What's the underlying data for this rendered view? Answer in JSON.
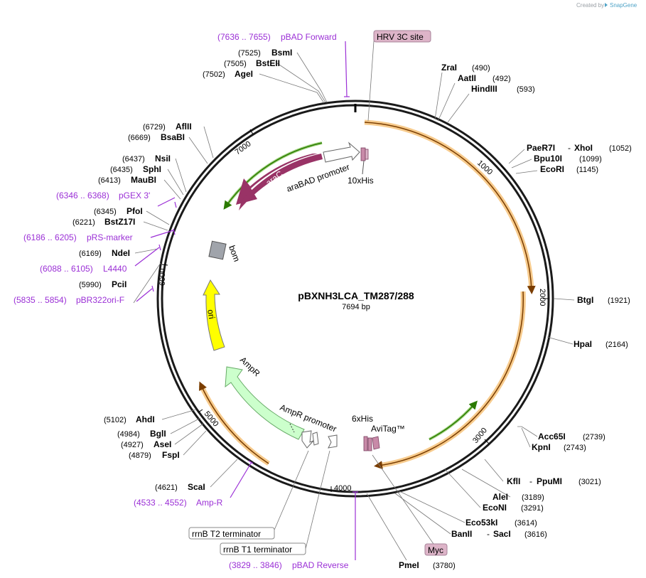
{
  "brand": {
    "created_by": "Created by",
    "name": "SnapGene"
  },
  "plasmid": {
    "name": "pBXNH3LCA_TM287/288",
    "length": "7694 bp"
  },
  "ticks": [
    "1000",
    "2000",
    "3000",
    "4000",
    "5000",
    "6000",
    "7000"
  ],
  "sites": [
    {
      "name": "BsmI",
      "pos": "(7525)"
    },
    {
      "name": "BstEII",
      "pos": "(7505)"
    },
    {
      "name": "AgeI",
      "pos": "(7502)"
    },
    {
      "name": "ZraI",
      "pos": "(490)"
    },
    {
      "name": "AatII",
      "pos": "(492)"
    },
    {
      "name": "HindIII",
      "pos": "(593)"
    },
    {
      "name": "PaeR7I",
      "name2": "XhoI",
      "pos": "(1052)"
    },
    {
      "name": "Bpu10I",
      "pos": "(1099)"
    },
    {
      "name": "EcoRI",
      "pos": "(1145)"
    },
    {
      "name": "BtgI",
      "pos": "(1921)"
    },
    {
      "name": "HpaI",
      "pos": "(2164)"
    },
    {
      "name": "Acc65I",
      "pos": "(2739)"
    },
    {
      "name": "KpnI",
      "pos": "(2743)"
    },
    {
      "name": "KflI",
      "name2": "PpuMI",
      "pos": "(3021)"
    },
    {
      "name": "AleI",
      "pos": "(3189)"
    },
    {
      "name": "EcoNI",
      "pos": "(3291)"
    },
    {
      "name": "Eco53kI",
      "pos": "(3614)"
    },
    {
      "name": "BanII",
      "name2": "SacI",
      "pos": "(3616)"
    },
    {
      "name": "PmeI",
      "pos": "(3780)"
    },
    {
      "name": "AflII",
      "pos": "(6729)"
    },
    {
      "name": "BsaBI",
      "pos": "(6669)"
    },
    {
      "name": "NsiI",
      "pos": "(6437)"
    },
    {
      "name": "SphI",
      "pos": "(6435)"
    },
    {
      "name": "MauBI",
      "pos": "(6413)"
    },
    {
      "name": "PfoI",
      "pos": "(6345)"
    },
    {
      "name": "BstZ17I",
      "pos": "(6221)"
    },
    {
      "name": "NdeI",
      "pos": "(6169)"
    },
    {
      "name": "PciI",
      "pos": "(5990)"
    },
    {
      "name": "AhdI",
      "pos": "(5102)"
    },
    {
      "name": "BglI",
      "pos": "(4984)"
    },
    {
      "name": "AseI",
      "pos": "(4927)"
    },
    {
      "name": "FspI",
      "pos": "(4879)"
    },
    {
      "name": "ScaI",
      "pos": "(4621)"
    }
  ],
  "primers": [
    {
      "range": "(7636 .. 7655)",
      "name": "pBAD Forward"
    },
    {
      "range": "(6346 .. 6368)",
      "name": "pGEX 3'"
    },
    {
      "range": "(6186 .. 6205)",
      "name": "pRS-marker"
    },
    {
      "range": "(6088 .. 6105)",
      "name": "L4440"
    },
    {
      "range": "(5835 .. 5854)",
      "name": "pBR322ori-F"
    },
    {
      "range": "(4533 .. 4552)",
      "name": "Amp-R"
    },
    {
      "range": "(3829 .. 3846)",
      "name": "pBAD Reverse"
    }
  ],
  "boxes": {
    "hrv": "HRV 3C site",
    "myc": "Myc",
    "t2": "rrnB T2 terminator",
    "t1": "rrnB T1 terminator"
  },
  "features": {
    "arac": "araC",
    "arabad": "araBAD promoter",
    "his10": "10xHis",
    "bom": "bom",
    "ori": "ori",
    "ampr": "AmpR",
    "amprp": "AmpR promoter",
    "his6": "6xHis",
    "avitag": "AviTag™"
  },
  "colors": {
    "arac": "#993366",
    "ori": "#ffff00",
    "ampr": "#ccffcc",
    "primer": "#9b30d6",
    "gene": "#f0a030",
    "orf": "#44aa00",
    "hrv": "#ddb4c8",
    "tag": "#c88aa8"
  }
}
